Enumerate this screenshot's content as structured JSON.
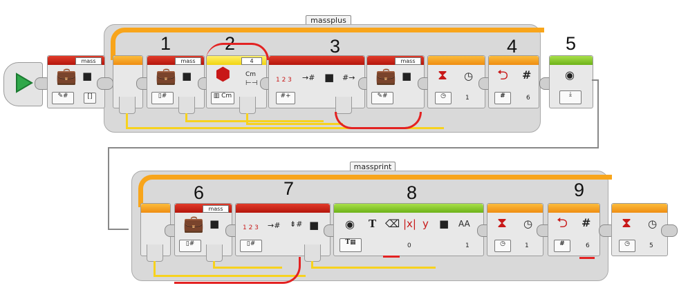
{
  "loops": {
    "top_label": "massplus",
    "bottom_label": "massprint"
  },
  "annotations": {
    "n1": "1",
    "n2": "2",
    "n3": "3",
    "n4": "4",
    "n5": "5",
    "n6": "6",
    "n7": "7",
    "n8": "8",
    "n9": "9"
  },
  "blocks": {
    "var_mass_1": "mass",
    "var_mass_2": "mass",
    "sensor_value": "4",
    "sensor_unit": "Cm",
    "var_mass_3": "mass",
    "wait_1": "1",
    "loop_count_1": "6",
    "var_mass_4": "mass",
    "display_x": "0",
    "display_size": "1",
    "wait_2": "1",
    "loop_count_2": "6",
    "wait_3": "5",
    "array_bracket": "[]"
  },
  "colors": {
    "action_red": "#d0281a",
    "flow_orange": "#f39b1a",
    "sensor_yellow": "#f4dc25",
    "display_green": "#86c82a",
    "wire_yellow": "#f7d21e",
    "annotation_red": "#e32222"
  },
  "icons": [
    "play-icon",
    "briefcase-icon",
    "hourglass-icon",
    "stopwatch-icon",
    "loop-return-icon",
    "hash-icon",
    "brick-icon",
    "download-icon",
    "text-icon",
    "eraser-icon"
  ]
}
